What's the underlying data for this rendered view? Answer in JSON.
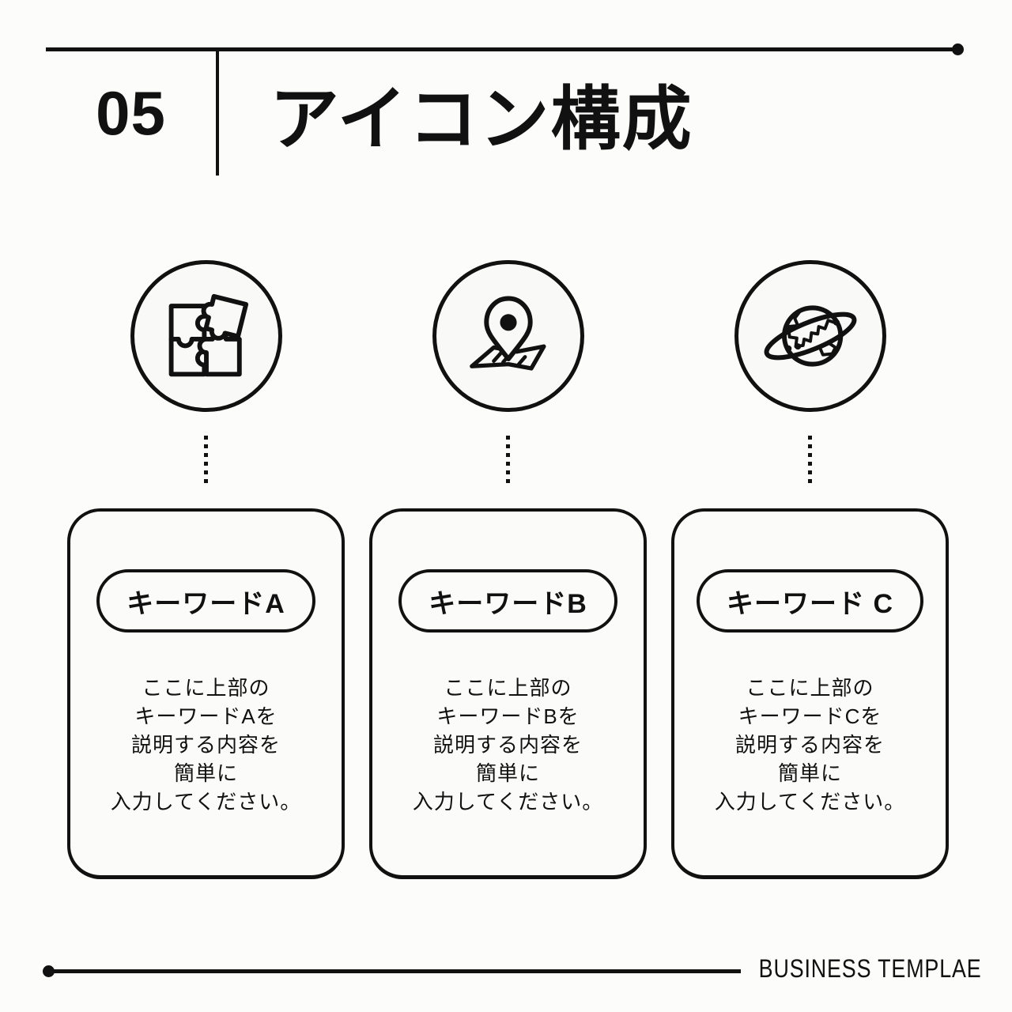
{
  "colors": {
    "ink": "#111111",
    "background": "#fcfcfa",
    "card_fill": "#fbfbf9",
    "circle_fill": "#f9f9f7"
  },
  "header": {
    "page_number": "05",
    "title": "アイコン構成"
  },
  "items": [
    {
      "icon": "puzzle-icon",
      "keyword": "キーワードA",
      "description": "ここに上部の\nキーワードAを\n説明する内容を\n簡単に\n入力してください。"
    },
    {
      "icon": "map-pin-icon",
      "keyword": "キーワードB",
      "description": "ここに上部の\nキーワードBを\n説明する内容を\n簡単に\n入力してください。"
    },
    {
      "icon": "planet-icon",
      "keyword": "キーワード C",
      "description": "ここに上部の\nキーワードCを\n説明する内容を\n簡単に\n入力してください。"
    }
  ],
  "footer": {
    "brand": "BUSINESS TEMPLAE"
  }
}
